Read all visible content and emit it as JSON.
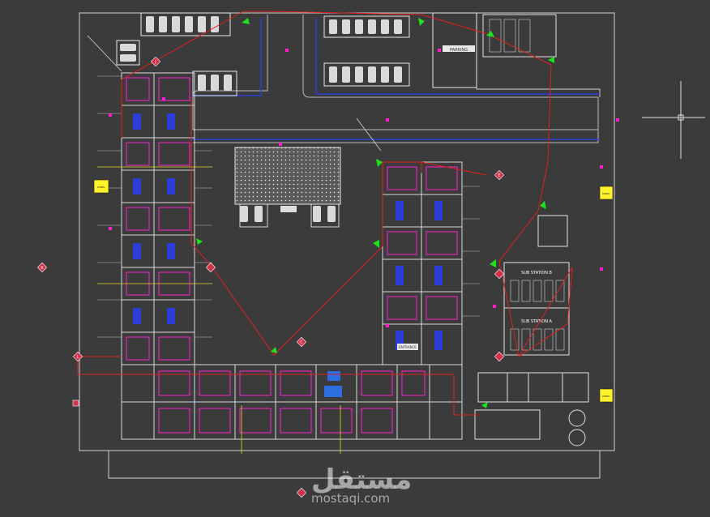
{
  "labels": {
    "parking_sign": "PARKING",
    "entrance_tag": "ENTRANCE",
    "substation_a": "SUB STATION A",
    "substation_b": "SUB STATION B",
    "right_upper_sign": "PANEL",
    "right_lower_sign": "PANEL",
    "left_sign": "PANEL",
    "junction_marker": "J",
    "k_marker": "K",
    "l_marker": "L",
    "c_marker": "C",
    "e_marker": "E"
  },
  "watermark": {
    "logo": "مستقل",
    "url": "mostaqi.com"
  },
  "colors": {
    "background": "#3b3b3b",
    "boundary": "#cfcfcf",
    "network_cable": "#e02020",
    "device": "#ff1fd2",
    "camera": "#1fe21f",
    "water_line": "#2b3fd6",
    "room_wall": "#d8d8d8",
    "marker": "#d4304a",
    "grid_axis": "#e6d821",
    "panel": "#fff22a"
  }
}
